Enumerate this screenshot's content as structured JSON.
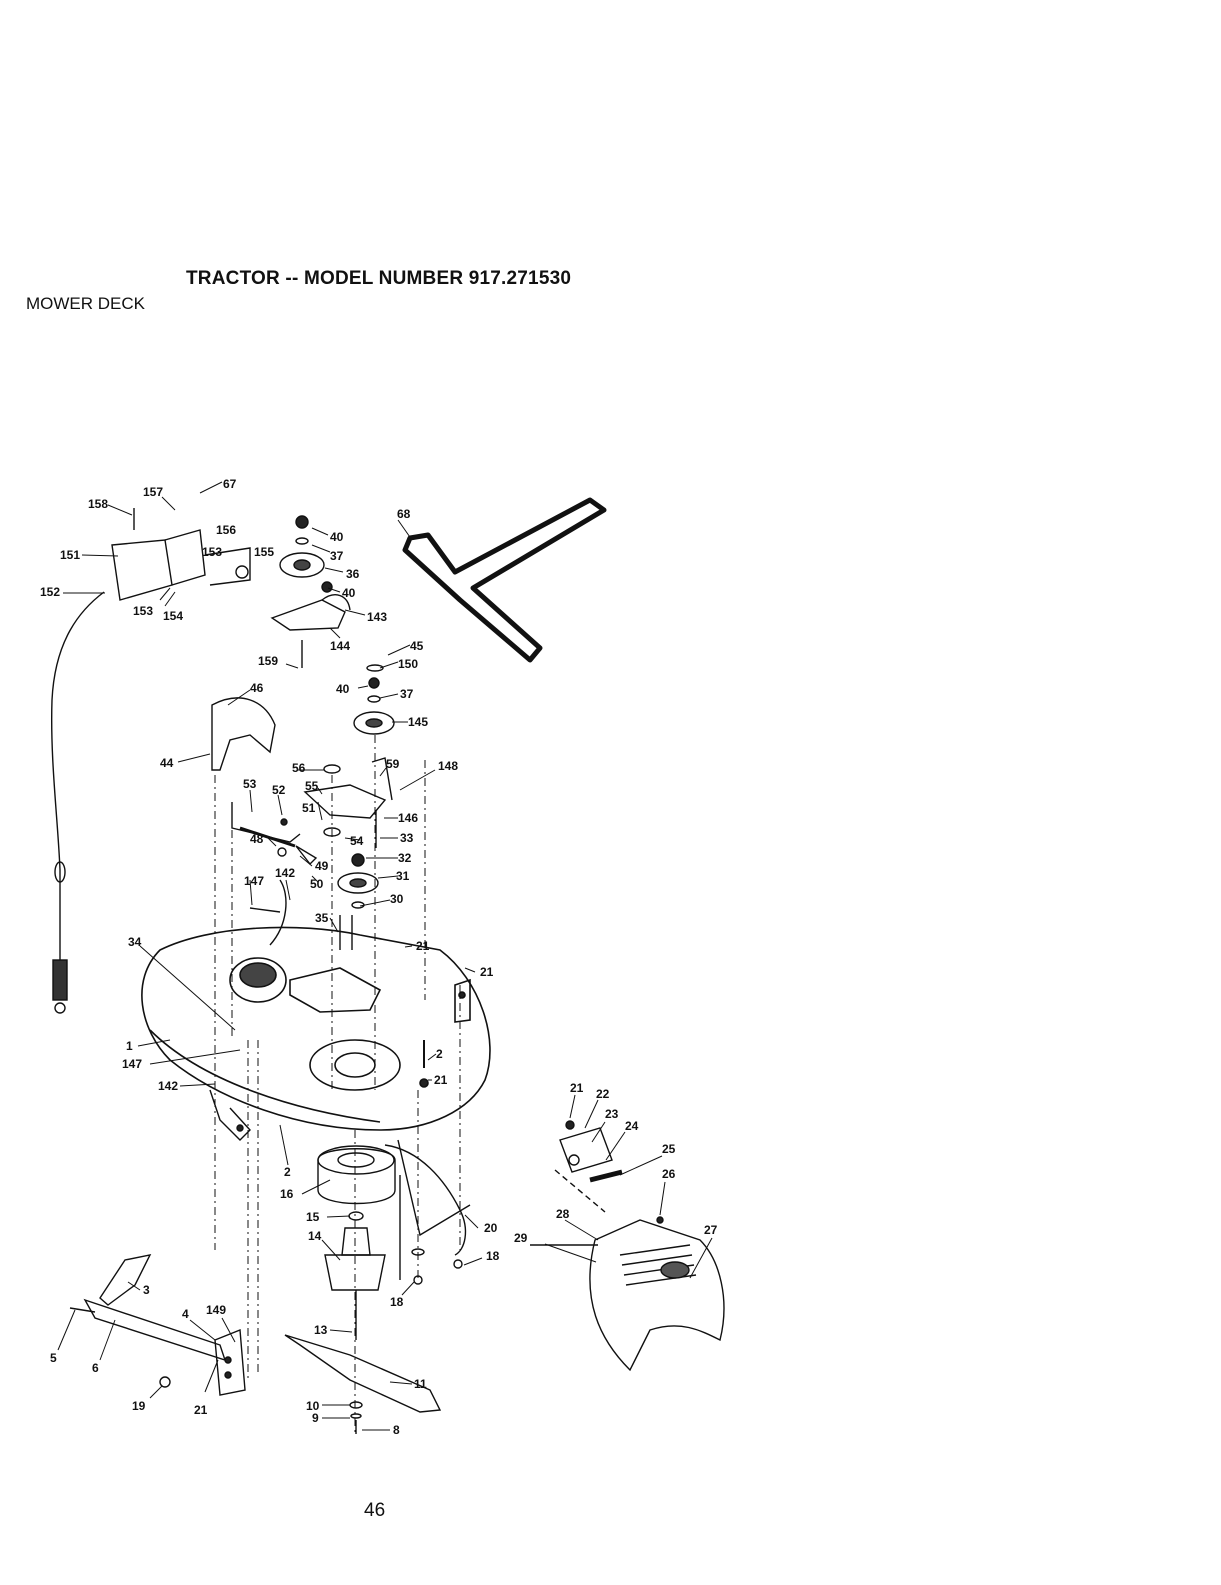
{
  "header": {
    "title": "TRACTOR -- MODEL NUMBER 917.271530",
    "section": "MOWER DECK"
  },
  "page_number": "46",
  "callouts": [
    "157",
    "67",
    "158",
    "156",
    "153",
    "155",
    "151",
    "152",
    "153",
    "154",
    "40",
    "37",
    "36",
    "40",
    "143",
    "144",
    "159",
    "68",
    "45",
    "150",
    "40",
    "37",
    "145",
    "46",
    "44",
    "56",
    "59",
    "148",
    "53",
    "52",
    "55",
    "51",
    "146",
    "33",
    "54",
    "48",
    "49",
    "32",
    "50",
    "31",
    "147",
    "142",
    "30",
    "35",
    "21",
    "34",
    "21",
    "1",
    "147",
    "2",
    "142",
    "21",
    "21",
    "22",
    "23",
    "24",
    "25",
    "26",
    "2",
    "16",
    "15",
    "14",
    "20",
    "28",
    "29",
    "27",
    "18",
    "18",
    "3",
    "4",
    "149",
    "5",
    "6",
    "13",
    "11",
    "19",
    "21",
    "10",
    "9",
    "8"
  ]
}
